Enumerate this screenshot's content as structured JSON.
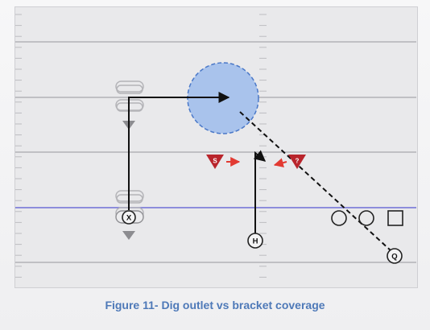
{
  "caption": "Figure 11- Dig outlet vs bracket coverage",
  "players": {
    "defender_s": "S",
    "defender_q": "?",
    "receiver_x": "X",
    "receiver_h": "H",
    "quarterback": "Q"
  },
  "colors": {
    "field": "#e9e9eb",
    "yard_line": "#a9a9ad",
    "scrimmage_line": "#6f6fd6",
    "route": "#111111",
    "defender": "#b9252c",
    "arrow": "#e23a32",
    "zone_fill": "#a9c3ec",
    "zone_stroke": "#4a78c8",
    "caption": "#4e79b8"
  }
}
